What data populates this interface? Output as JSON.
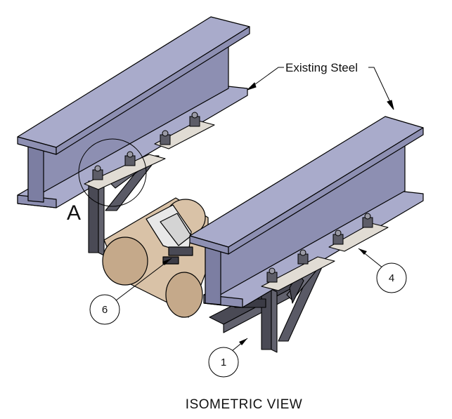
{
  "drawing": {
    "title": "ISOMETRIC VIEW",
    "callouts": {
      "existing_steel": "Existing Steel",
      "detail": "A"
    },
    "balloons": [
      {
        "id": "balloon-1",
        "number": "1"
      },
      {
        "id": "balloon-4",
        "number": "4"
      },
      {
        "id": "balloon-6",
        "number": "6"
      }
    ],
    "colors": {
      "beam": "#8d8fb2",
      "beam_light": "#a9abcb",
      "beam_dark": "#6e7093",
      "pipe": "#d9c2a7",
      "pipe_dark": "#c5a98a",
      "clamp": "#e8e8e8",
      "plate": "#e1dcd4",
      "frame": "#5a5a66",
      "outline": "#000000"
    }
  }
}
